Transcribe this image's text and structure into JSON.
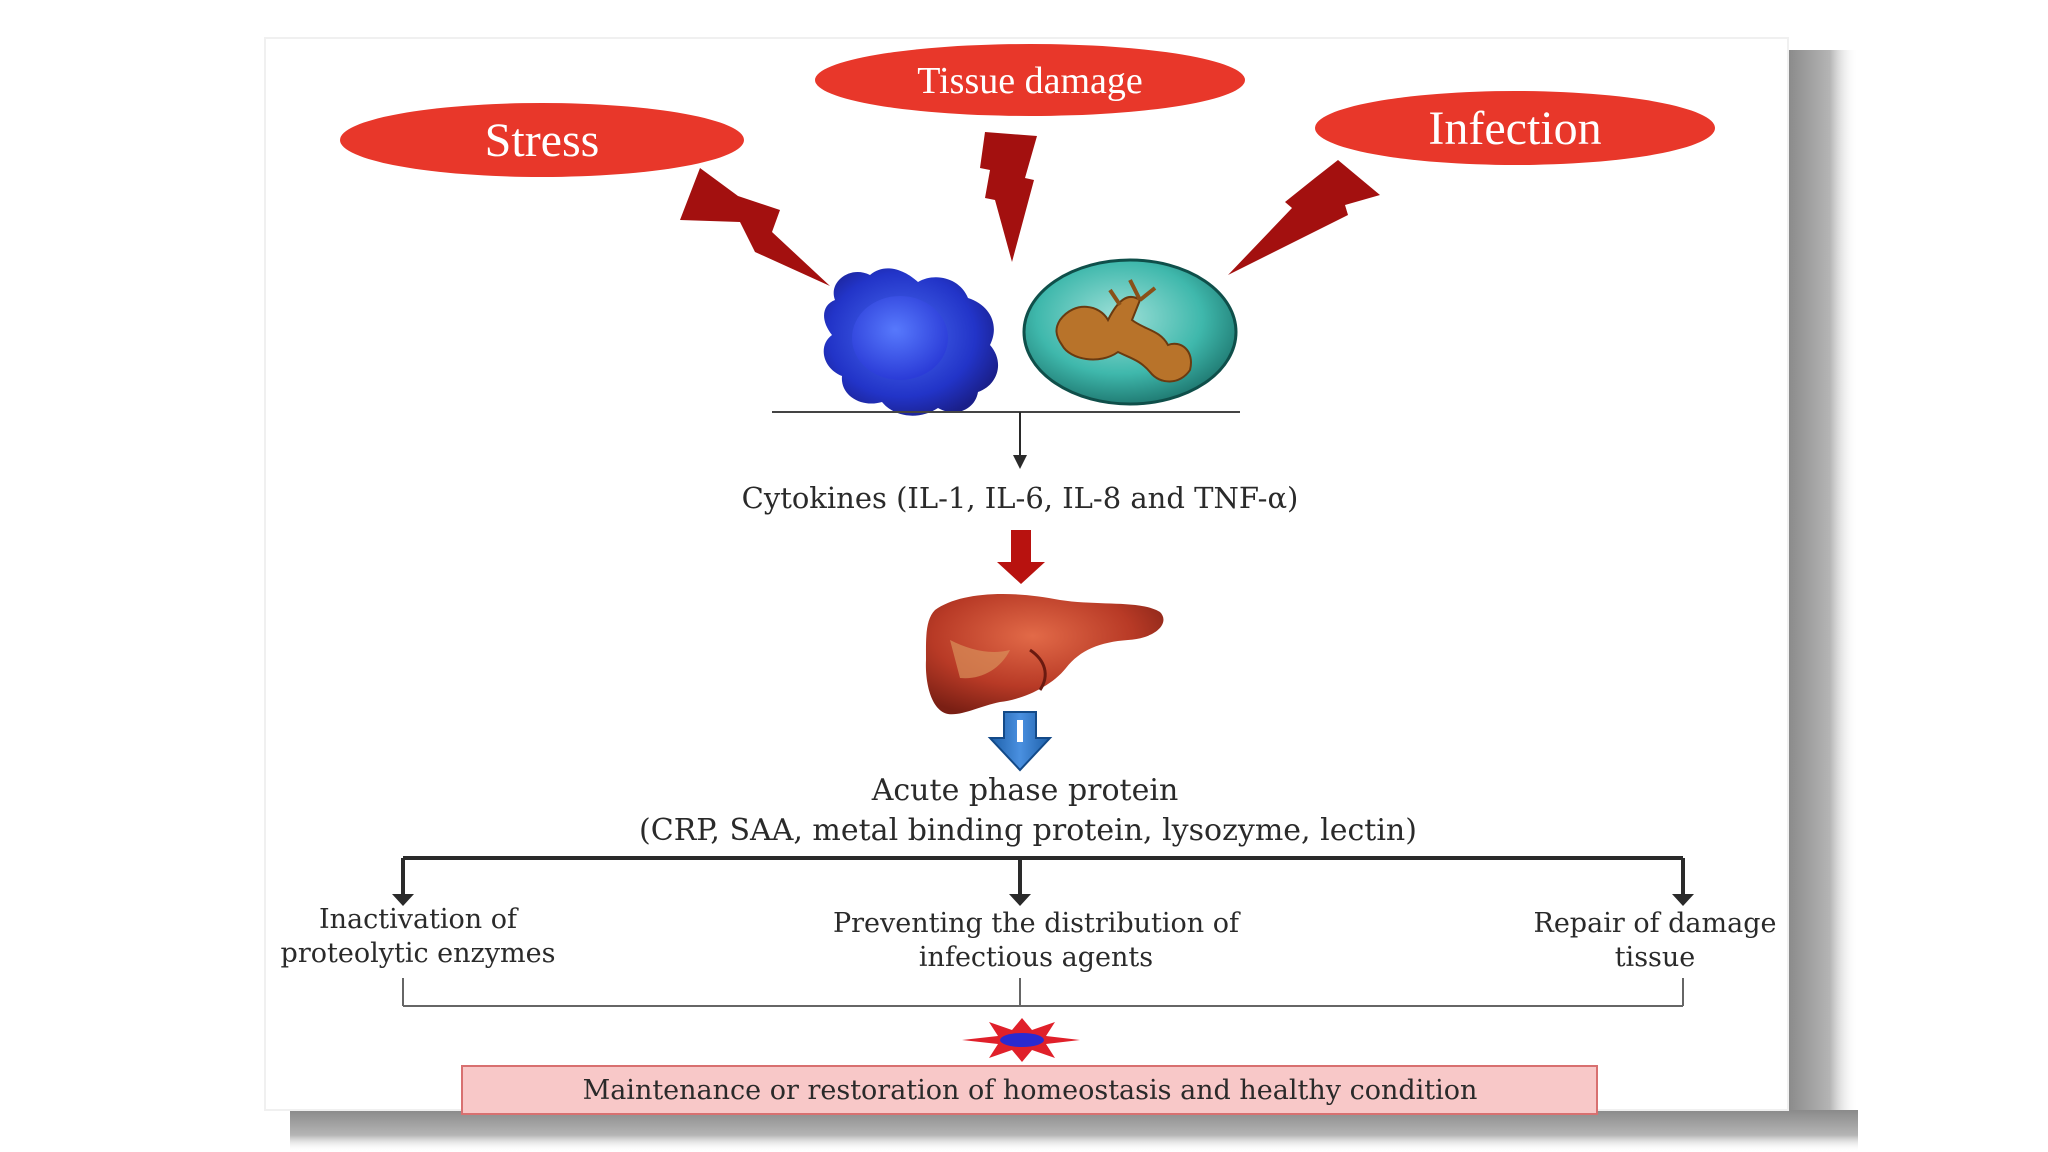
{
  "stimuli": {
    "stress": "Stress",
    "tissue_damage": "Tissue damage",
    "infection": "Infection"
  },
  "cytokines": "Cytokines (IL-1, IL-6, IL-8 and TNF-α)",
  "acute_phase": {
    "title": "Acute phase protein",
    "examples": "(CRP, SAA, metal binding protein, lysozyme, lectin)"
  },
  "effects": [
    {
      "line1": "Inactivation of",
      "line2": "proteolytic enzymes"
    },
    {
      "line1": "Preventing the distribution of",
      "line2": "infectious agents"
    },
    {
      "line1": "Repair of damage",
      "line2": "tissue"
    }
  ],
  "outcome": "Maintenance or restoration of homeostasis and healthy condition",
  "colors": {
    "stimulus_red": "#e8372a",
    "bolt_red": "#a3100f",
    "cytokine_arrow": "#b8120f",
    "liver_arrow_blue": "#1d5fa8",
    "outcome_fill": "#f8c8c8",
    "outcome_border": "#d87070",
    "burst_red": "#e0202a",
    "burst_blue": "#2a2ad0"
  },
  "icons": {
    "immune_cell": "macrophage-cell-icon",
    "infected_cell": "infected-cell-icon",
    "organ": "liver-icon",
    "burst": "starburst-icon"
  }
}
